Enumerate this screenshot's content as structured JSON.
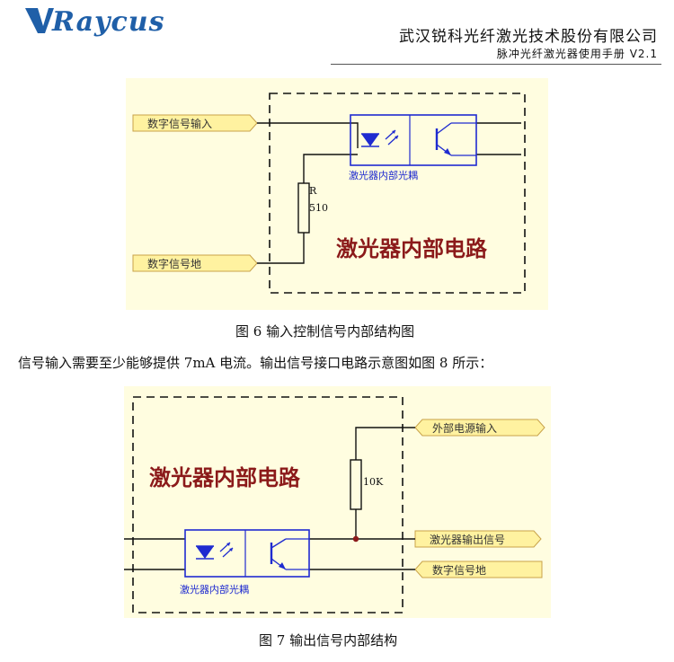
{
  "header": {
    "logo_text": "Raycus",
    "company": "武汉锐科光纤激光技术股份有限公司",
    "manual": "脉冲光纤激光器使用手册 V2.1"
  },
  "figure6": {
    "input_signal": "数字信号输入",
    "ground": "数字信号地",
    "optocoupler": "激光器内部光耦",
    "resistor_name": "R",
    "resistor_value": "510",
    "internal_circuit": "激光器内部电路",
    "caption": "图 6  输入控制信号内部结构图"
  },
  "body_text": "信号输入需要至少能够提供 7mA 电流。输出信号接口电路示意图如图 8 所示：",
  "figure7": {
    "external_power": "外部电源输入",
    "laser_output": "激光器输出信号",
    "ground": "数字信号地",
    "optocoupler": "激光器内部光耦",
    "resistor_value": "10K",
    "internal_circuit": "激光器内部电路",
    "caption": "图  7  输出信号内部结构"
  },
  "colors": {
    "figure_bg": "#FFFDE0",
    "tag_fill": "#FFF2A0",
    "tag_stroke": "#C8A24A",
    "wire": "#111111",
    "optocoupler": "#1F2BD0",
    "title_red": "#8B1A1A",
    "node": "#8B1A1A"
  }
}
